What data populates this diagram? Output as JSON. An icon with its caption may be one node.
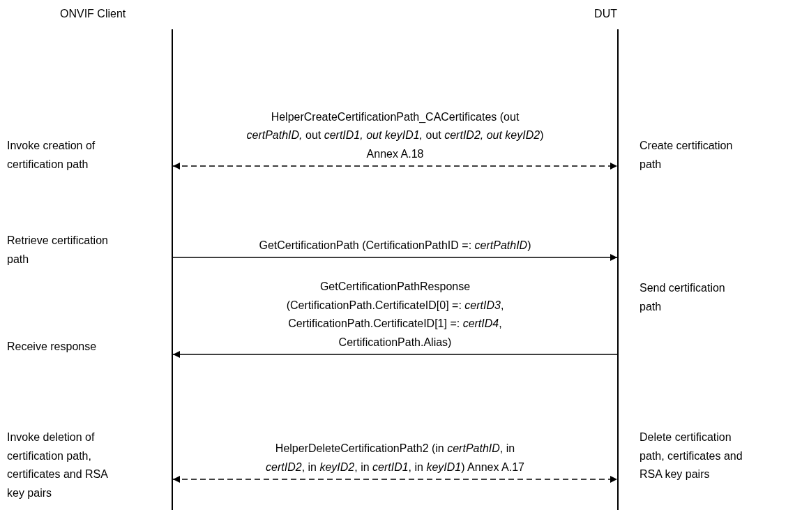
{
  "diagram": {
    "nodes": [
      {
        "text": [
          "ONVIF Client"
        ]
      },
      {
        "text": [
          "DUT"
        ]
      }
    ],
    "edges": [
      {
        "from": 0,
        "to": 1,
        "arrow": "both",
        "style": "dashed",
        "label": "HelperCreateCertificationPath_CACertificates (out *certPathID,* out *certID1, out keyID1,* out *certID2, out keyID2*) Annex A.18"
      },
      {
        "from": 0,
        "to": 1,
        "arrow": "to",
        "label": "GetCertificationPath (CertificationPathID =: *certPathID*)"
      },
      {
        "from": 1,
        "to": 0,
        "arrow": "to",
        "label": "GetCertificationPathResponse (CertificationPath.CertificateID[0] =: *certID3*, CertificationPath.CertificateID[1] =: *certID4*, CertificationPath.Alias)"
      },
      {
        "from": 0,
        "to": 1,
        "arrow": "both",
        "style": "dashed",
        "label": "HelperDeleteCertificationPath2 (in *certPathID*, in *certID2*, in *keyID2*, in *certID1*, in *keyID1*) Annex A.17"
      }
    ],
    "labels": [
      "Invoke creation of certification path",
      "Create certification path",
      "Retrieve certification path",
      "Send certification path",
      "Receive response",
      "Invoke deletion of certification path, certificates and RSA key pairs",
      "Delete certification path, certificates and RSA key pairs"
    ]
  }
}
